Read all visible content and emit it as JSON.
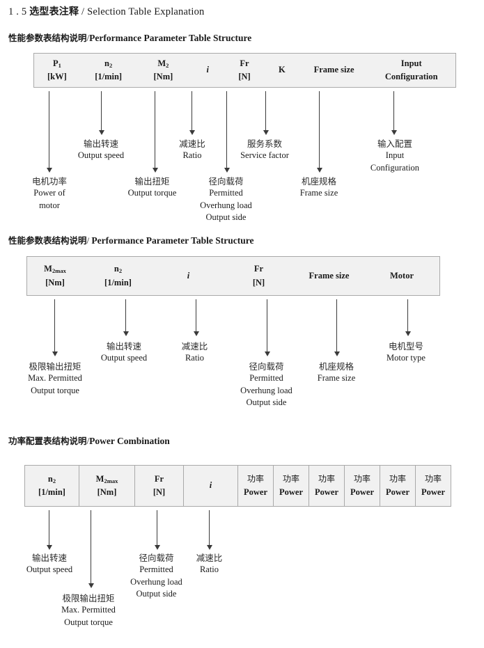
{
  "page": {
    "title_number": "1 . 5",
    "title_cn": "选型表注释",
    "title_sep": "/",
    "title_en": "Selection Table Explanation"
  },
  "sections": [
    {
      "heading_cn": "性能参数表结构说明",
      "heading_sep": "/",
      "heading_en": "Performance Parameter Table Structure",
      "table": {
        "columns": [
          {
            "line1": "P",
            "sub1": "1",
            "line2": "[kW]"
          },
          {
            "line1": "n",
            "sub1": "2",
            "line2": "[1/min]"
          },
          {
            "line1": "M",
            "sub1": "2",
            "line2": "[Nm]"
          },
          {
            "line1": "i",
            "sub1": "",
            "line2": ""
          },
          {
            "line1": "Fr",
            "sub1": "",
            "line2": "[N]"
          },
          {
            "line1": "K",
            "sub1": "",
            "line2": ""
          },
          {
            "line1": "Frame size",
            "sub1": "",
            "line2": ""
          },
          {
            "line1": "Input",
            "sub1": "",
            "line2": "Configuration"
          }
        ]
      },
      "annotations": [
        {
          "cn": "电机功率",
          "en": [
            "Power of",
            "motor"
          ]
        },
        {
          "cn": "输出转速",
          "en": [
            "Output speed"
          ]
        },
        {
          "cn": "输出扭矩",
          "en": [
            "Output torque"
          ]
        },
        {
          "cn": "减速比",
          "en": [
            "Ratio"
          ]
        },
        {
          "cn": "径向载荷",
          "en": [
            "Permitted",
            "Overhung load",
            "Output side"
          ]
        },
        {
          "cn": "服务系数",
          "en": [
            "Service factor"
          ]
        },
        {
          "cn": "机座规格",
          "en": [
            "Frame size"
          ]
        },
        {
          "cn": "输入配置",
          "en": [
            "Input",
            "Configuration"
          ]
        }
      ]
    },
    {
      "heading_cn": "性能参数表结构说明",
      "heading_sep": "/",
      "heading_en": "Performance Parameter Table Structure",
      "table": {
        "columns": [
          {
            "line1": "M",
            "sub1": "2max",
            "line2": "[Nm]"
          },
          {
            "line1": "n",
            "sub1": "2",
            "line2": "[1/min]"
          },
          {
            "line1": "i",
            "sub1": "",
            "line2": ""
          },
          {
            "line1": "Fr",
            "sub1": "",
            "line2": "[N]"
          },
          {
            "line1": "Frame size",
            "sub1": "",
            "line2": ""
          },
          {
            "line1": "Motor",
            "sub1": "",
            "line2": ""
          }
        ]
      },
      "annotations": [
        {
          "cn": "极限输出扭矩",
          "en": [
            "Max. Permitted",
            "Output  torque"
          ]
        },
        {
          "cn": "输出转速",
          "en": [
            "Output speed"
          ]
        },
        {
          "cn": "减速比",
          "en": [
            "Ratio"
          ]
        },
        {
          "cn": "径向载荷",
          "en": [
            "Permitted",
            "Overhung load",
            "Output side"
          ]
        },
        {
          "cn": "机座规格",
          "en": [
            "Frame size"
          ]
        },
        {
          "cn": "电机型号",
          "en": [
            "Motor type"
          ]
        }
      ]
    },
    {
      "heading_cn": "功率配置表结构说明",
      "heading_sep": "/",
      "heading_en": "Power Combination",
      "table": {
        "columns": [
          {
            "line1": "n",
            "sub1": "2",
            "line2": "[1/min]"
          },
          {
            "line1": "M",
            "sub1": "2max",
            "line2": "[Nm]"
          },
          {
            "line1": "Fr",
            "sub1": "",
            "line2": "[N]"
          },
          {
            "line1": "i",
            "sub1": "",
            "line2": ""
          },
          {
            "line1_cn": "功率",
            "line2": "Power"
          },
          {
            "line1_cn": "功率",
            "line2": "Power"
          },
          {
            "line1_cn": "功率",
            "line2": "Power"
          },
          {
            "line1_cn": "功率",
            "line2": "Power"
          },
          {
            "line1_cn": "功率",
            "line2": "Power"
          },
          {
            "line1_cn": "功率",
            "line2": "Power"
          }
        ]
      },
      "annotations": [
        {
          "cn": "输出转速",
          "en": [
            "Output speed"
          ]
        },
        {
          "cn": "极限输出扭矩",
          "en": [
            "Max. Permitted",
            "Output  torque"
          ]
        },
        {
          "cn": "径向载荷",
          "en": [
            "Permitted",
            "Overhung load",
            "Output side"
          ]
        },
        {
          "cn": "减速比",
          "en": [
            "Ratio"
          ]
        }
      ]
    }
  ],
  "colors": {
    "table_bg": "#f1f1f1",
    "table_border": "#a9a9a9",
    "arrow": "#3a3a3a",
    "text": "#1a1a1a"
  }
}
